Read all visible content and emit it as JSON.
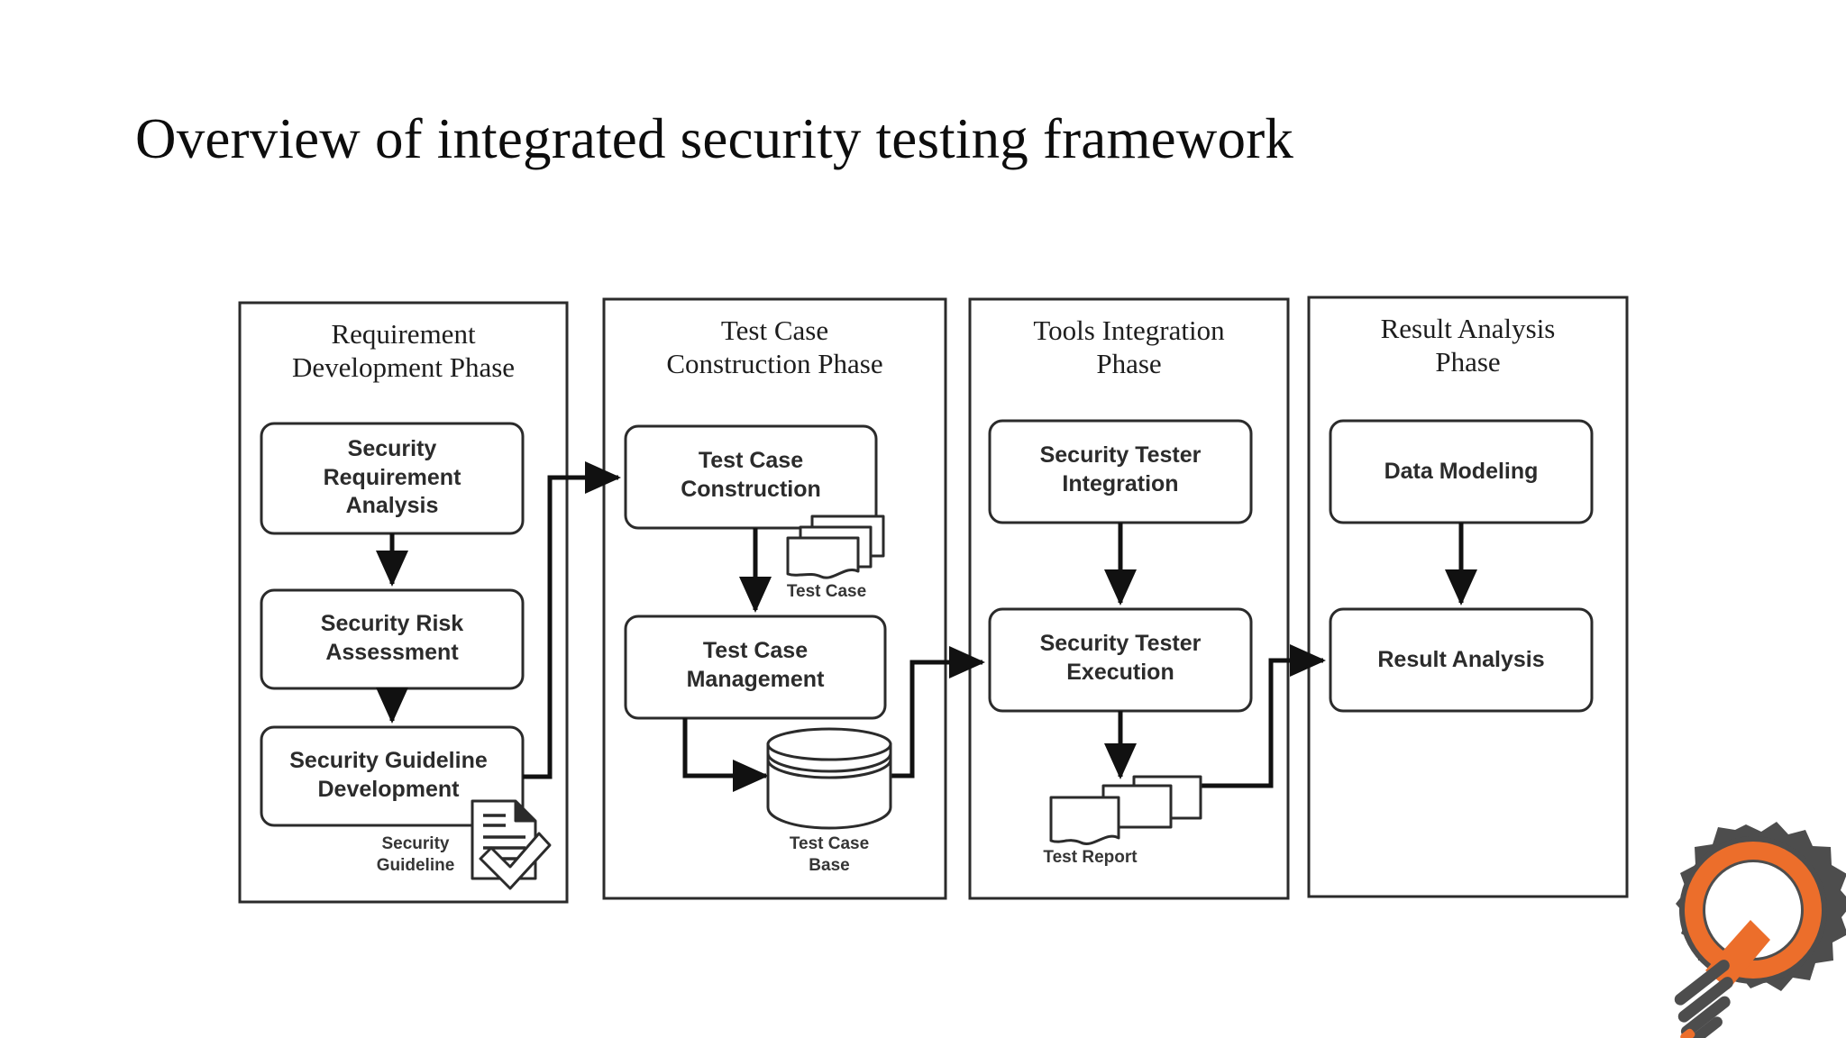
{
  "slide": {
    "title": "Overview of integrated security testing framework",
    "background_color": "#ffffff"
  },
  "diagram": {
    "type": "flowchart",
    "stroke_color": "#2b2b2b",
    "arrow_color": "#111111",
    "phases": [
      {
        "id": "requirement-development-phase",
        "title_lines": [
          "Requirement",
          "Development Phase"
        ],
        "nodes": [
          {
            "id": "security-requirement-analysis",
            "label_lines": [
              "Security",
              "Requirement",
              "Analysis"
            ]
          },
          {
            "id": "security-risk-assessment",
            "label_lines": [
              "Security Risk",
              "Assessment"
            ]
          },
          {
            "id": "security-guideline-development",
            "label_lines": [
              "Security Guideline",
              "Development"
            ]
          }
        ],
        "artifacts": [
          {
            "id": "security-guideline",
            "icon": "document-check-icon",
            "label_lines": [
              "Security",
              "Guideline"
            ]
          }
        ]
      },
      {
        "id": "test-case-construction-phase",
        "title_lines": [
          "Test Case",
          "Construction Phase"
        ],
        "nodes": [
          {
            "id": "test-case-construction",
            "label_lines": [
              "Test Case",
              "Construction"
            ]
          },
          {
            "id": "test-case-management",
            "label_lines": [
              "Test Case",
              "Management"
            ]
          }
        ],
        "artifacts": [
          {
            "id": "test-case",
            "icon": "document-stack-icon",
            "label_lines": [
              "Test Case"
            ]
          },
          {
            "id": "test-case-base",
            "icon": "database-cylinder-icon",
            "label_lines": [
              "Test Case",
              "Base"
            ]
          }
        ]
      },
      {
        "id": "tools-integration-phase",
        "title_lines": [
          "Tools Integration",
          "Phase"
        ],
        "nodes": [
          {
            "id": "security-tester-integration",
            "label_lines": [
              "Security Tester",
              "Integration"
            ]
          },
          {
            "id": "security-tester-execution",
            "label_lines": [
              "Security Tester",
              "Execution"
            ]
          }
        ],
        "artifacts": [
          {
            "id": "test-report",
            "icon": "document-stack-icon",
            "label_lines": [
              "Test Report"
            ]
          }
        ]
      },
      {
        "id": "result-analysis-phase",
        "title_lines": [
          "Result Analysis",
          "Phase"
        ],
        "nodes": [
          {
            "id": "data-modeling",
            "label_lines": [
              "Data Modeling"
            ]
          },
          {
            "id": "result-analysis",
            "label_lines": [
              "Result Analysis"
            ]
          }
        ],
        "artifacts": []
      }
    ],
    "flows": [
      {
        "from": "security-requirement-analysis",
        "to": "security-risk-assessment"
      },
      {
        "from": "security-risk-assessment",
        "to": "security-guideline-development"
      },
      {
        "from": "security-guideline-development",
        "to": "test-case-construction"
      },
      {
        "from": "test-case-construction",
        "to": "test-case-management"
      },
      {
        "from": "test-case-construction",
        "to": "test-case"
      },
      {
        "from": "test-case-management",
        "to": "test-case-base"
      },
      {
        "from": "test-case-base",
        "to": "security-tester-execution"
      },
      {
        "from": "security-tester-integration",
        "to": "security-tester-execution"
      },
      {
        "from": "security-tester-execution",
        "to": "test-report"
      },
      {
        "from": "test-report",
        "to": "result-analysis"
      },
      {
        "from": "data-modeling",
        "to": "result-analysis"
      }
    ]
  },
  "logo": {
    "name": "gear-magnifier-logo",
    "gear_color": "#4d4d4d",
    "accent_color": "#ec6e2b"
  },
  "text": {
    "phase1_title_l1": "Requirement",
    "phase1_title_l2": "Development Phase",
    "phase2_title_l1": "Test Case",
    "phase2_title_l2": "Construction Phase",
    "phase3_title_l1": "Tools Integration",
    "phase3_title_l2": "Phase",
    "phase4_title_l1": "Result Analysis",
    "phase4_title_l2": "Phase",
    "n1_l1": "Security",
    "n1_l2": "Requirement",
    "n1_l3": "Analysis",
    "n2_l1": "Security Risk",
    "n2_l2": "Assessment",
    "n3_l1": "Security Guideline",
    "n3_l2": "Development",
    "n4_l1": "Test Case",
    "n4_l2": "Construction",
    "n5_l1": "Test Case",
    "n5_l2": "Management",
    "n6_l1": "Security Tester",
    "n6_l2": "Integration",
    "n7_l1": "Security Tester",
    "n7_l2": "Execution",
    "n8_l1": "Data Modeling",
    "n9_l1": "Result Analysis",
    "a1_l1": "Security",
    "a1_l2": "Guideline",
    "a2_l1": "Test Case",
    "a3_l1": "Test Case",
    "a3_l2": "Base",
    "a4_l1": "Test Report"
  }
}
